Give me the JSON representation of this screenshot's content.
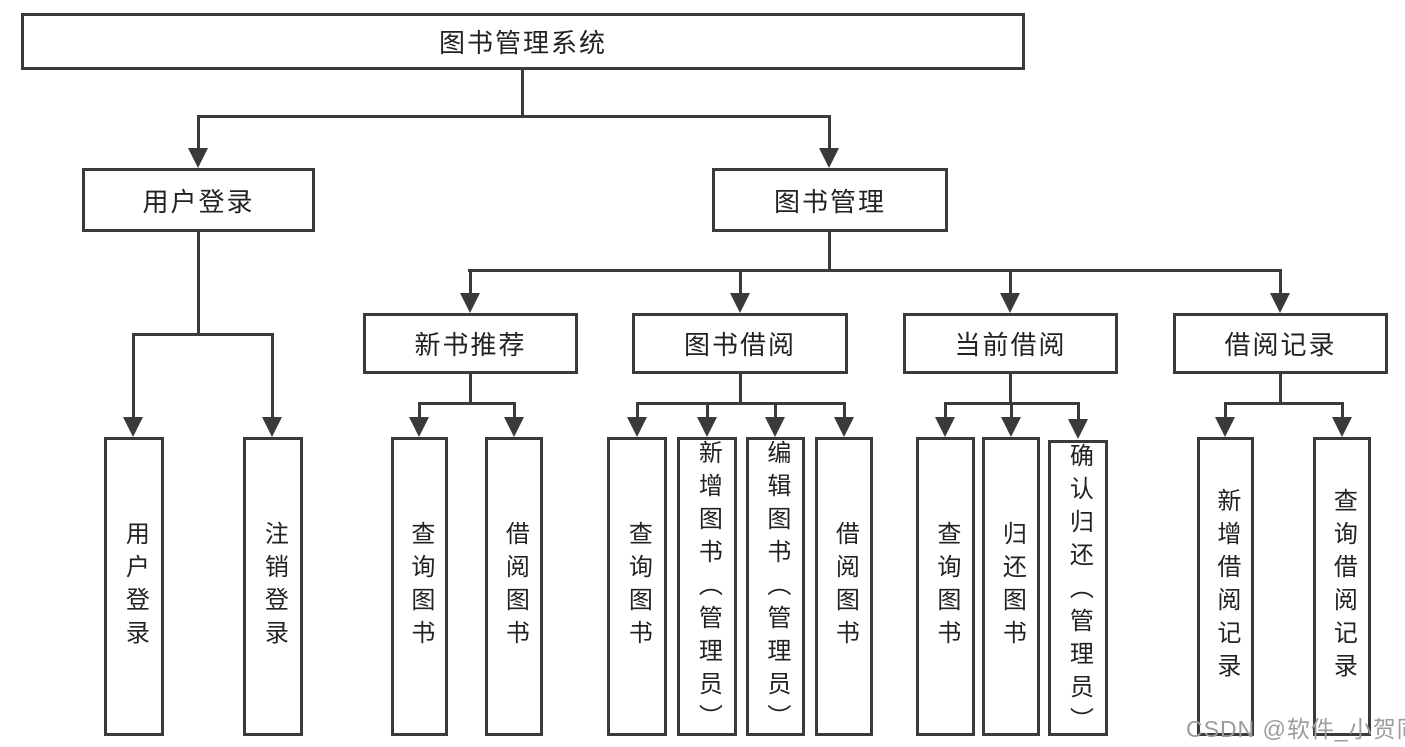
{
  "nodes": {
    "root": "图书管理系统",
    "user_login": "用户登录",
    "book_mgmt": "图书管理",
    "new_book_rec": "新书推荐",
    "book_borrow": "图书借阅",
    "current_borrow": "当前借阅",
    "borrow_record": "借阅记录"
  },
  "leaves": {
    "user_login": [
      "用户登录",
      "注销登录"
    ],
    "new_book_rec": [
      "查询图书",
      "借阅图书"
    ],
    "book_borrow": [
      "查询图书",
      "新增图书（管理员）",
      "编辑图书（管理员）",
      "借阅图书"
    ],
    "current_borrow": [
      "查询图书",
      "归还图书",
      "确认归还（管理员）"
    ],
    "borrow_record": [
      "新增借阅记录",
      "查询借阅记录"
    ]
  },
  "watermark": "CSDN @软件_小贺同学",
  "colors": {
    "line": "#3a3a3a",
    "text": "#222222",
    "watermark": "#9c9c9c",
    "background": "#ffffff"
  }
}
